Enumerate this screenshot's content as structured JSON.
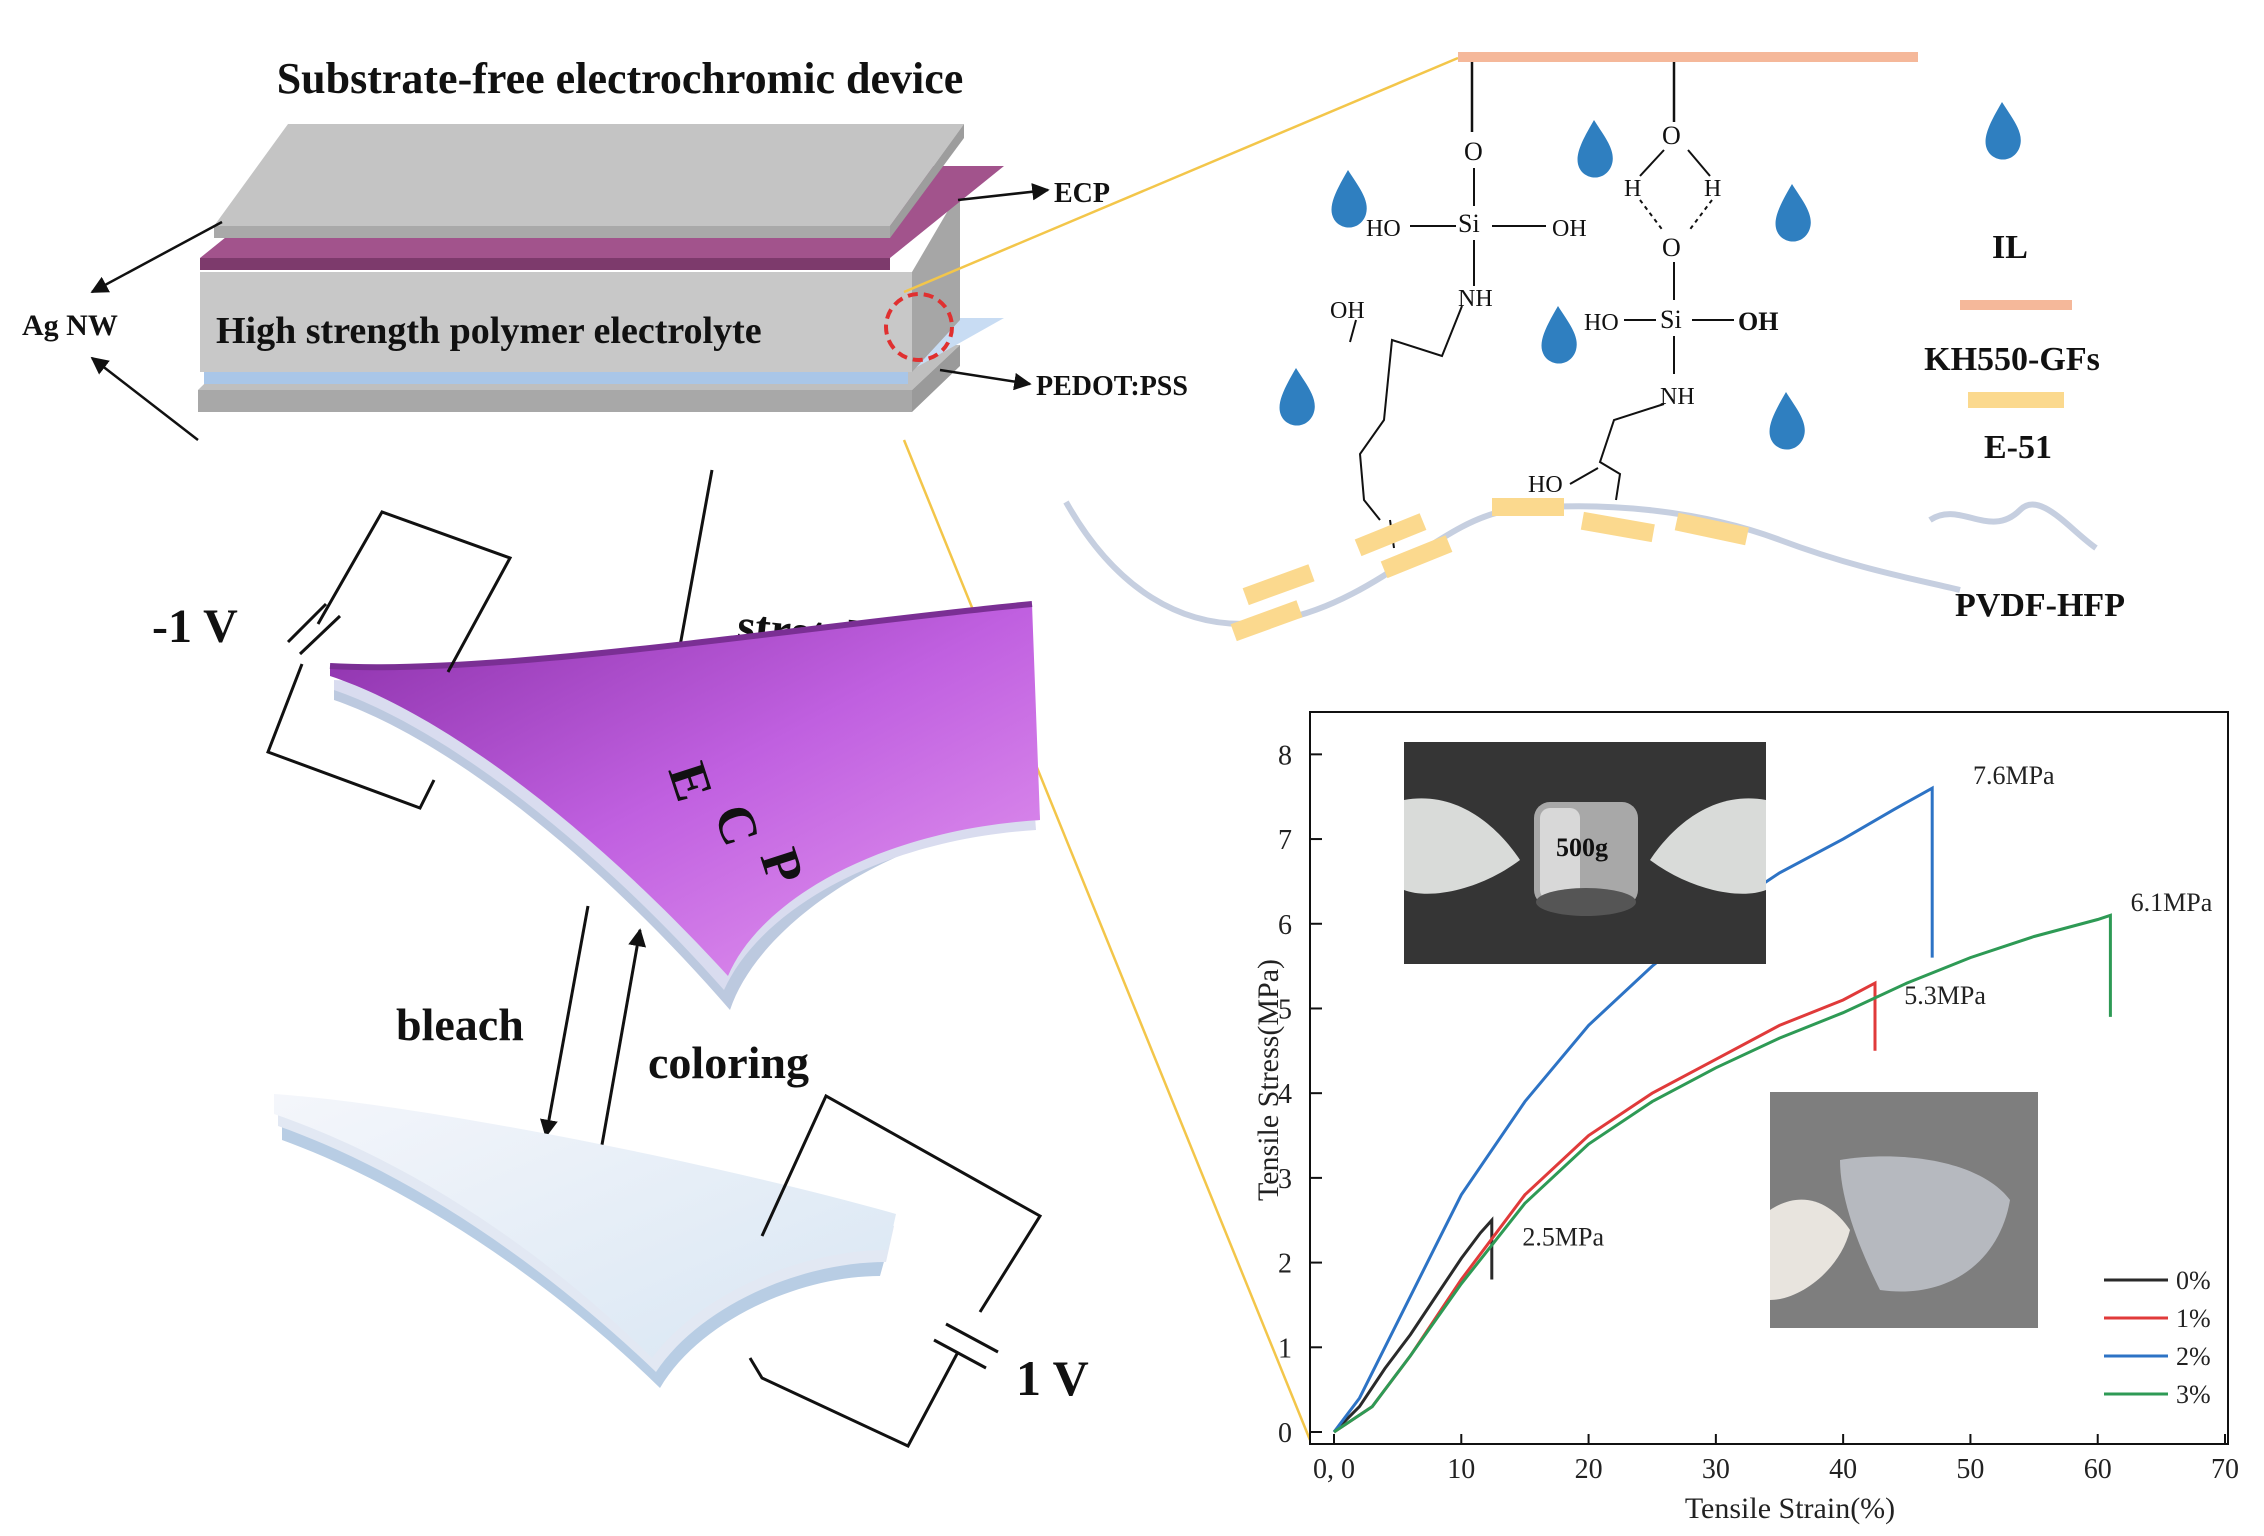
{
  "device": {
    "title": "Substrate-free electrochromic device",
    "ecp_label": "ECP",
    "agnw_label": "Ag NW",
    "electrolyte_label": "High strength polymer electrolyte",
    "pedot_label": "PEDOT:PSS",
    "stretch_label": "stretch",
    "bleach_label": "bleach",
    "coloring_label": "coloring",
    "voltage_neg": "-1 V",
    "voltage_pos": "1 V",
    "film_letters": [
      "E",
      "C",
      "P"
    ]
  },
  "chemistry": {
    "atoms": {
      "o": "O",
      "si": "Si",
      "ho": "HO",
      "oh": "OH",
      "nh": "NH",
      "h": "H"
    },
    "legend": [
      {
        "name": "IL",
        "color": "#2f7fc0"
      },
      {
        "name": "KH550-GFs",
        "color": "#f5b89a"
      },
      {
        "name": "E-51",
        "color": "#fbd98e"
      },
      {
        "name": "PVDF-HFP",
        "color": "#c6cfe0"
      }
    ]
  },
  "chart_data": {
    "type": "line",
    "xlabel": "Tensile Strain(%)",
    "ylabel": "Tensile Stress(MPa)",
    "xlim": [
      0,
      70
    ],
    "ylim": [
      0,
      8.5
    ],
    "x_ticks": [
      "0, 0",
      "10",
      "20",
      "30",
      "40",
      "50",
      "60",
      "70"
    ],
    "y_ticks": [
      "0",
      "1",
      "2",
      "3",
      "4",
      "5",
      "6",
      "7",
      "8"
    ],
    "inset_text": "500g",
    "series": [
      {
        "name": "0%",
        "color": "#2a2a2a",
        "annotation": "2.5MPa",
        "points": [
          [
            0,
            0
          ],
          [
            2,
            0.3
          ],
          [
            4,
            0.75
          ],
          [
            6,
            1.15
          ],
          [
            8,
            1.6
          ],
          [
            10,
            2.05
          ],
          [
            11.5,
            2.35
          ],
          [
            12.4,
            2.5
          ],
          [
            12.4,
            1.8
          ]
        ]
      },
      {
        "name": "1%",
        "color": "#e03a3a",
        "annotation": "5.3MPa",
        "points": [
          [
            0,
            0
          ],
          [
            3,
            0.3
          ],
          [
            6,
            0.9
          ],
          [
            10,
            1.8
          ],
          [
            15,
            2.8
          ],
          [
            20,
            3.5
          ],
          [
            25,
            4.0
          ],
          [
            30,
            4.4
          ],
          [
            35,
            4.8
          ],
          [
            40,
            5.1
          ],
          [
            42.5,
            5.3
          ],
          [
            42.5,
            4.5
          ]
        ]
      },
      {
        "name": "2%",
        "color": "#2d73c5",
        "annotation": "7.6MPa",
        "points": [
          [
            0,
            0
          ],
          [
            2,
            0.4
          ],
          [
            5,
            1.3
          ],
          [
            8,
            2.2
          ],
          [
            10,
            2.8
          ],
          [
            15,
            3.9
          ],
          [
            20,
            4.8
          ],
          [
            25,
            5.5
          ],
          [
            30,
            6.1
          ],
          [
            35,
            6.6
          ],
          [
            40,
            7.0
          ],
          [
            44,
            7.35
          ],
          [
            47,
            7.6
          ],
          [
            47,
            5.6
          ]
        ]
      },
      {
        "name": "3%",
        "color": "#2e9a55",
        "annotation": "6.1MPa",
        "points": [
          [
            0,
            0
          ],
          [
            3,
            0.3
          ],
          [
            6,
            0.9
          ],
          [
            10,
            1.75
          ],
          [
            15,
            2.7
          ],
          [
            20,
            3.4
          ],
          [
            25,
            3.9
          ],
          [
            30,
            4.3
          ],
          [
            35,
            4.65
          ],
          [
            40,
            4.95
          ],
          [
            45,
            5.3
          ],
          [
            50,
            5.6
          ],
          [
            55,
            5.85
          ],
          [
            60,
            6.05
          ],
          [
            61,
            6.1
          ],
          [
            61,
            4.9
          ]
        ]
      }
    ]
  }
}
